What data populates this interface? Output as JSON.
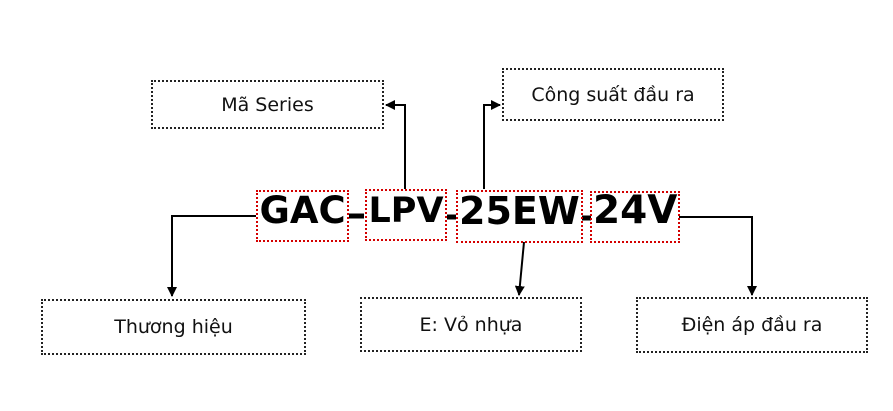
{
  "diagram": {
    "title": "GAC-LPV-25EW-24V",
    "code_segments": [
      {
        "id": "brand",
        "text": "GAC"
      },
      {
        "id": "series",
        "text": "LPV"
      },
      {
        "id": "power",
        "text": "25EW"
      },
      {
        "id": "voltage",
        "text": "24V"
      }
    ],
    "separator": "-",
    "labels": {
      "series": "Mã Series",
      "power": "Công suất đầu ra",
      "brand": "Thương hiệu",
      "housing": "E: Vỏ nhựa",
      "voltage": "Điện áp đầu ra"
    },
    "colors": {
      "segment_border": "#d40000",
      "label_border": "#222222",
      "arrow": "#000000",
      "text": "#000000"
    }
  }
}
